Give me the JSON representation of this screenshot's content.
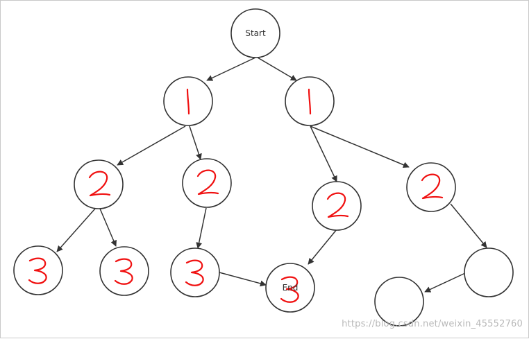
{
  "diagram": {
    "nodes": [
      {
        "id": "start",
        "label": "Start"
      },
      {
        "id": "l1a",
        "handwritten": "1"
      },
      {
        "id": "l1b",
        "handwritten": "1"
      },
      {
        "id": "l2a",
        "handwritten": "2"
      },
      {
        "id": "l2b",
        "handwritten": "2"
      },
      {
        "id": "l2c",
        "handwritten": "2"
      },
      {
        "id": "l2d",
        "handwritten": "2"
      },
      {
        "id": "l3a",
        "handwritten": "3"
      },
      {
        "id": "l3b",
        "handwritten": "3"
      },
      {
        "id": "l3c",
        "handwritten": "3"
      },
      {
        "id": "end",
        "label": "End",
        "handwritten": "3"
      },
      {
        "id": "empty1",
        "label": ""
      },
      {
        "id": "empty2",
        "label": ""
      }
    ],
    "edges": [
      [
        "start",
        "l1a"
      ],
      [
        "start",
        "l1b"
      ],
      [
        "l1a",
        "l2a"
      ],
      [
        "l1a",
        "l2b"
      ],
      [
        "l1b",
        "l2c"
      ],
      [
        "l1b",
        "l2d"
      ],
      [
        "l2a",
        "l3a"
      ],
      [
        "l2a",
        "l3b"
      ],
      [
        "l2b",
        "l3c"
      ],
      [
        "l3c",
        "end"
      ],
      [
        "l2c",
        "end"
      ],
      [
        "l2d",
        "empty1"
      ],
      [
        "empty1",
        "empty2"
      ]
    ],
    "colors": {
      "stroke": "#333333",
      "handwriting": "#f01010",
      "watermark": "#b9b9b9"
    }
  },
  "watermark": "https://blog.csdn.net/weixin_45552760"
}
